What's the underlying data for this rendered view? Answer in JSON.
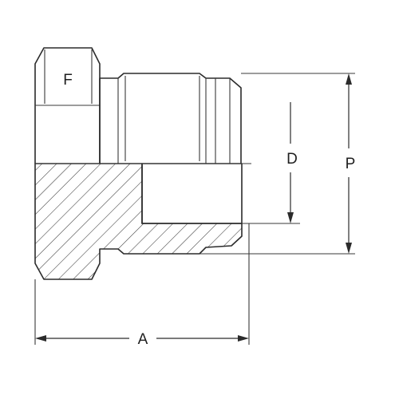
{
  "diagram": {
    "labels": {
      "hex": "F",
      "inner_diameter": "D",
      "outer_diameter": "P",
      "length": "A"
    }
  }
}
